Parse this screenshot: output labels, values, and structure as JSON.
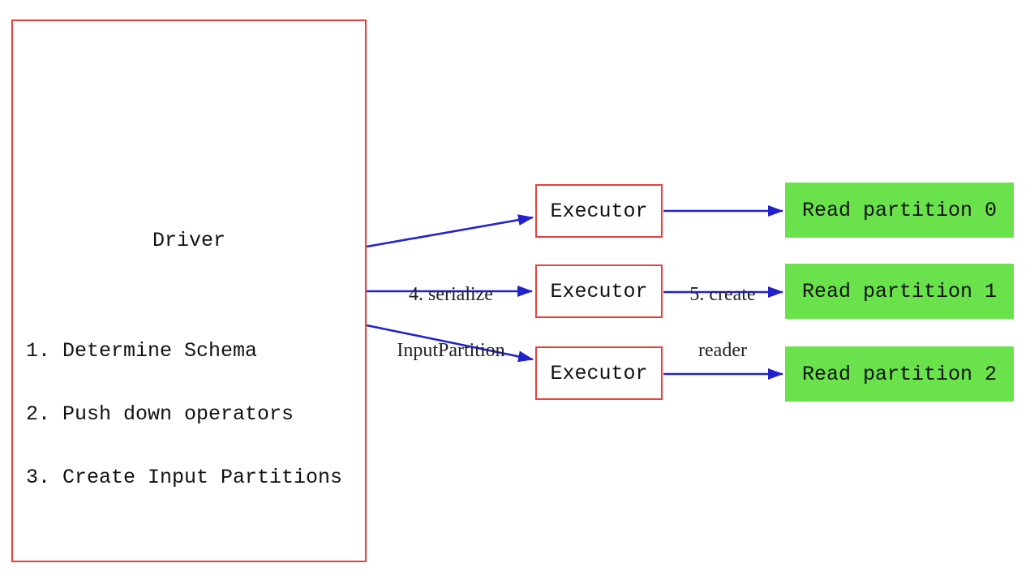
{
  "diagram": {
    "driver": {
      "title": "Driver",
      "steps": [
        "1. Determine Schema",
        "2. Push down operators",
        "3. Create Input Partitions"
      ]
    },
    "executors": [
      {
        "label": "Executor"
      },
      {
        "label": "Executor"
      },
      {
        "label": "Executor"
      }
    ],
    "partitions": [
      {
        "label": "Read partition 0"
      },
      {
        "label": "Read partition 1"
      },
      {
        "label": "Read partition 2"
      }
    ],
    "edge_labels": {
      "serialize": {
        "line1": "4. serialize",
        "line2": "InputPartition"
      },
      "create_reader": {
        "line1": "5. create",
        "line2": "reader"
      }
    },
    "colors": {
      "box_border_red": "#e8403d",
      "arrow_blue": "#2222cc",
      "partition_green": "#69e24b",
      "text_black": "#111111",
      "label_text": "#222222",
      "background": "#ffffff"
    }
  }
}
